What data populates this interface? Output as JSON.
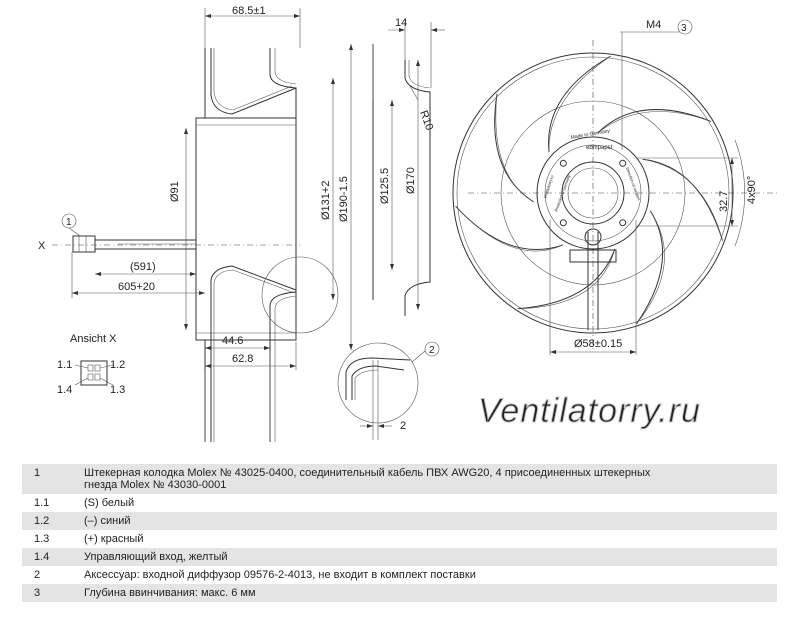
{
  "dims": {
    "w685": "68.5±1",
    "w14": "14",
    "m4": "M4",
    "note3": "3",
    "r10": "R10",
    "d91": "Ø91",
    "d131": "Ø131+2",
    "d190": "Ø190-1.5",
    "d125": "Ø125.5",
    "d170": "Ø170",
    "w591": "(591)",
    "w605": "605+20",
    "w446": "44.6",
    "w628": "62.8",
    "d58": "Ø58±0.15",
    "h327": "32.7",
    "ang": "4x90°",
    "w2": "2",
    "x": "X",
    "note1": "1",
    "note2": "2"
  },
  "view_x": {
    "title": "Ansicht X",
    "p11": "1.1",
    "p12": "1.2",
    "p14": "1.4",
    "p13": "1.3"
  },
  "hub_labels": {
    "made": "Made in Germany",
    "brand": "ebmpapst",
    "l1": "Protected in Germany",
    "l2": "Direction of rotation",
    "l3": "Ventilatorry.ru"
  },
  "watermark": "Ventilatorry.ru",
  "legend": [
    {
      "code": "1",
      "text": "Штекерная колодка Molex № 43025-0400, соединительный кабель ПВХ AWG20, 4 присоединенных штекерных",
      "text2": "гнезда Molex № 43030-0001"
    },
    {
      "code": "1.1",
      "text": "(S) белый"
    },
    {
      "code": "1.2",
      "text": "(–) синий"
    },
    {
      "code": "1.3",
      "text": "(+) красный"
    },
    {
      "code": "1.4",
      "text": "Управляющий вход, желтый"
    },
    {
      "code": "2",
      "text": "Аксессуар: входной диффузор 09576-2-4013, не входит в комплект поставки"
    },
    {
      "code": "3",
      "text": "Глубина ввинчивания: макс. 6 мм"
    }
  ]
}
